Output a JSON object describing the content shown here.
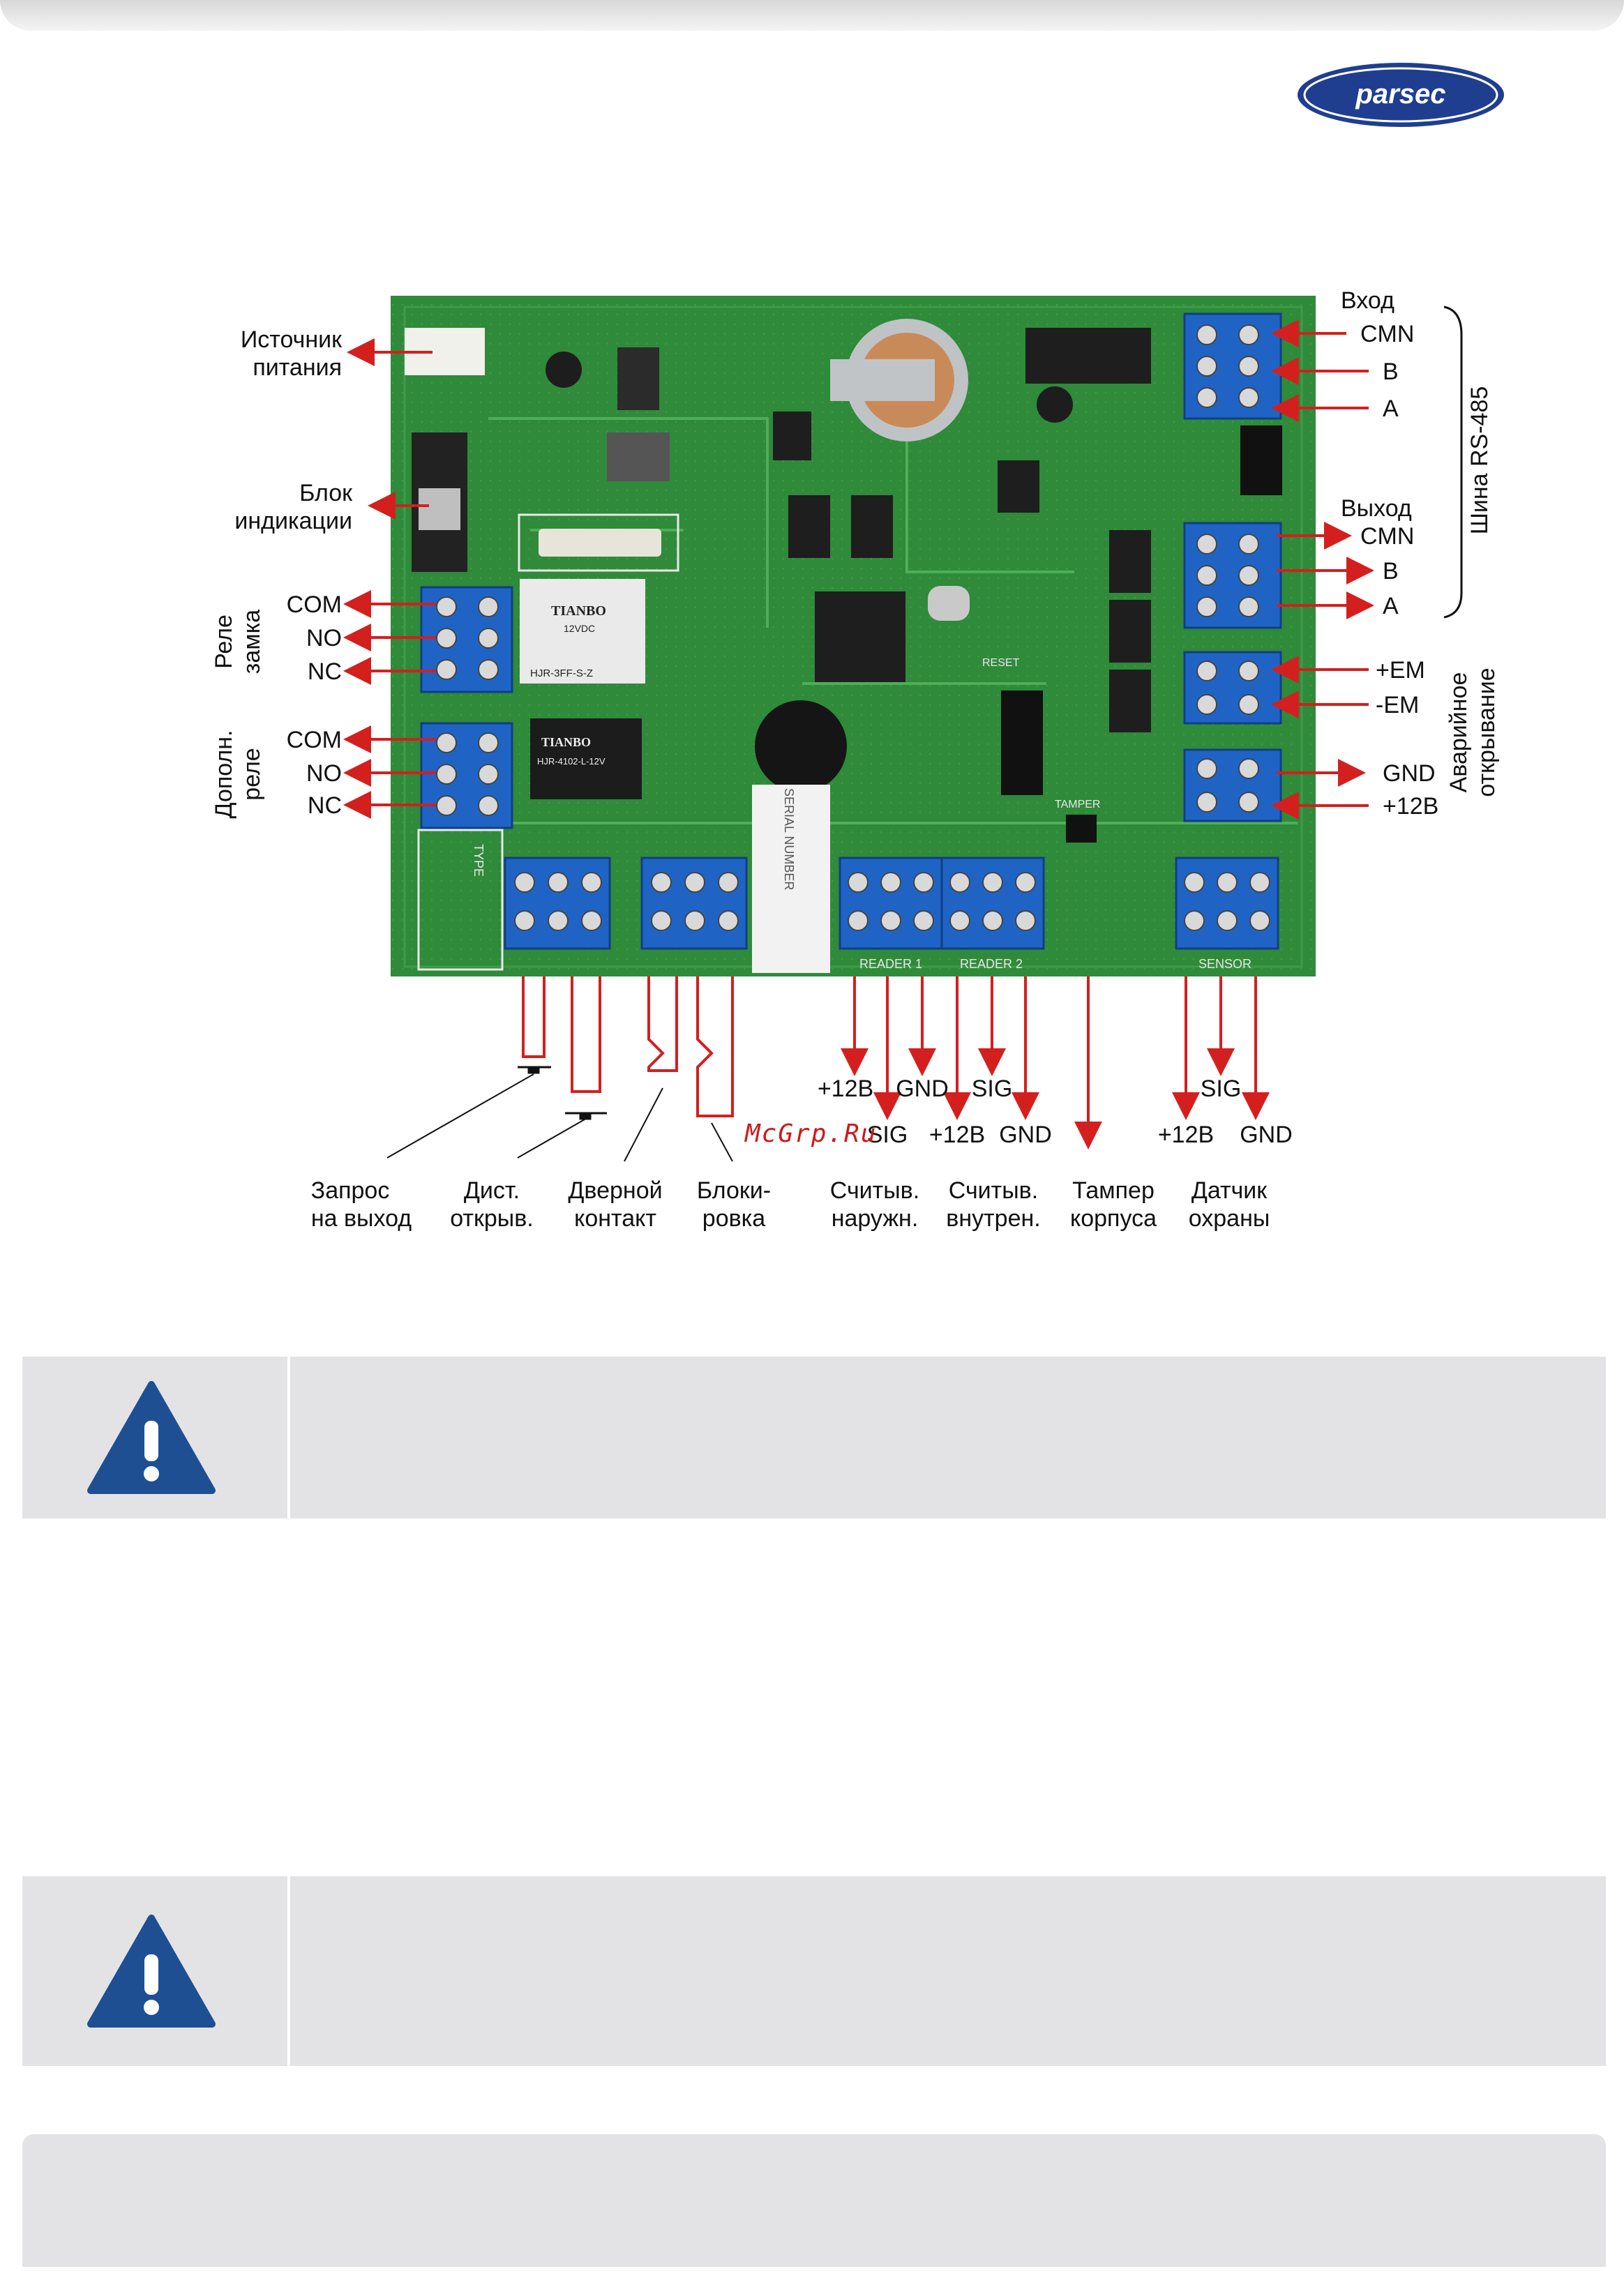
{
  "logo": {
    "text": "parsec"
  },
  "board_silk": {
    "reader1": "READER 1",
    "reader2": "READER 2",
    "sensor": "SENSOR",
    "serial": "SERIAL NUMBER",
    "type": "TYPE",
    "tamper": "TAMPER",
    "reset": "RESET",
    "relay1": [
      "TIANBO",
      "12VDC",
      "HJR-3FF-S-Z"
    ],
    "relay2": [
      "TIANBO",
      "HJR-4102-L-12V"
    ]
  },
  "left_labels": {
    "power": [
      "Источник",
      "питания"
    ],
    "indication": [
      "Блок",
      "индикации"
    ],
    "lock_relay": [
      "Реле",
      "замка"
    ],
    "aux_relay": [
      "Дополн.",
      "реле"
    ],
    "lock_pins": [
      "COM",
      "NO",
      "NC"
    ],
    "aux_pins": [
      "COM",
      "NO",
      "NC"
    ]
  },
  "right_labels": {
    "input": "Вход",
    "input_pins": [
      "CMN",
      "B",
      "A"
    ],
    "output": "Выход",
    "output_pins": [
      "CMN",
      "B",
      "A"
    ],
    "bus": "Шина RS-485",
    "em_pins": [
      "+EM",
      "-EM"
    ],
    "emergency": [
      "Аварийное",
      "открывание"
    ],
    "emerg_pins": [
      "GND",
      "+12В"
    ]
  },
  "bottom_pins": {
    "reader_out_top": [
      "+12В",
      "GND",
      "SIG"
    ],
    "reader_out_bottom": [
      "SIG",
      "+12В",
      "GND"
    ],
    "sensor_top": "SIG",
    "sensor_bottom": [
      "+12В",
      "GND"
    ]
  },
  "bottom_labels": {
    "exit_request": [
      "Запрос",
      "на выход"
    ],
    "remote_open": [
      "Дист.",
      "открыв."
    ],
    "door_contact": [
      "Дверной",
      "контакт"
    ],
    "blocking": [
      "Блоки-",
      "ровка"
    ],
    "reader_outer": [
      "Считыв.",
      "наружн."
    ],
    "reader_inner": [
      "Считыв.",
      "внутрен."
    ],
    "case_tamper": [
      "Тампер",
      "корпуса"
    ],
    "security_sensor": [
      "Датчик",
      "охраны"
    ]
  },
  "watermark": "McGrp.Ru",
  "colors": {
    "arrow": "#d41f1f",
    "pcb": "#2f8a3a",
    "terminal": "#1f64c4",
    "notice_bg": "#e3e3e5",
    "logo": "#1f3e8f"
  }
}
